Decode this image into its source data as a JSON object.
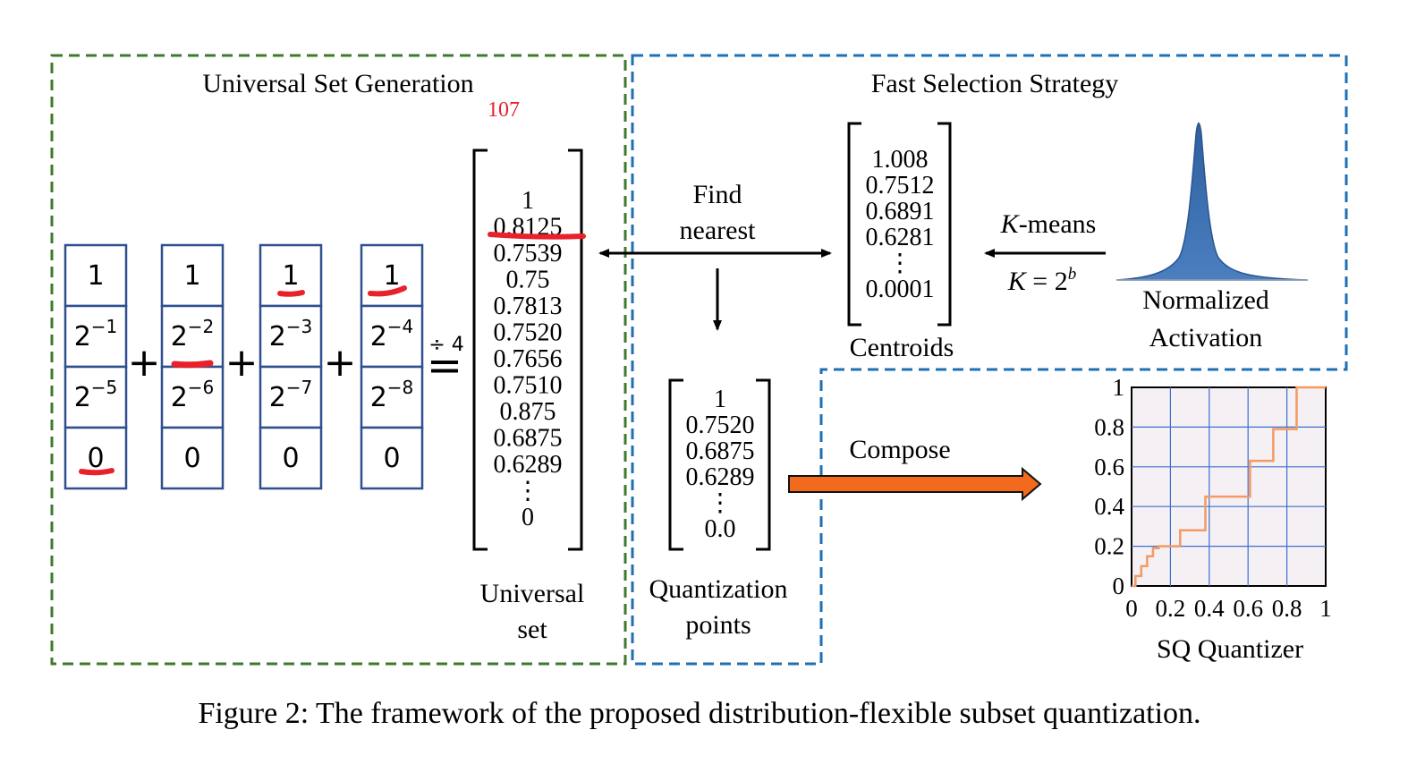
{
  "sections": {
    "universal_set_generation": "Universal Set Generation",
    "fast_selection_strategy": "Fast Selection Strategy"
  },
  "annotation_count": "107",
  "columns": [
    {
      "cells": [
        {
          "base": "1",
          "exp": ""
        },
        {
          "base": "2",
          "exp": "−1"
        },
        {
          "base": "2",
          "exp": "−5"
        },
        {
          "base": "0",
          "exp": ""
        }
      ]
    },
    {
      "cells": [
        {
          "base": "1",
          "exp": ""
        },
        {
          "base": "2",
          "exp": "−2"
        },
        {
          "base": "2",
          "exp": "−6"
        },
        {
          "base": "0",
          "exp": ""
        }
      ]
    },
    {
      "cells": [
        {
          "base": "1",
          "exp": ""
        },
        {
          "base": "2",
          "exp": "−3"
        },
        {
          "base": "2",
          "exp": "−7"
        },
        {
          "base": "0",
          "exp": ""
        }
      ]
    },
    {
      "cells": [
        {
          "base": "1",
          "exp": ""
        },
        {
          "base": "2",
          "exp": "−4"
        },
        {
          "base": "2",
          "exp": "−8"
        },
        {
          "base": "0",
          "exp": ""
        }
      ]
    }
  ],
  "operators": {
    "plus": "+",
    "equals": "=",
    "divide": "÷ 4"
  },
  "universal_set": {
    "values": [
      "1",
      "0.8125",
      "0.7539",
      "0.75",
      "0.7813",
      "0.7520",
      "0.7656",
      "0.7510",
      "0.875",
      "0.6875",
      "0.6289",
      "⋮",
      "0"
    ],
    "label_line1": "Universal",
    "label_line2": "set"
  },
  "find_nearest": {
    "line1": "Find",
    "line2": "nearest"
  },
  "quantization_points": {
    "values": [
      "1",
      "0.7520",
      "0.6875",
      "0.6289",
      "⋮",
      "0.0"
    ],
    "label_line1": "Quantization",
    "label_line2": "points"
  },
  "centroids": {
    "values": [
      "1.008",
      "0.7512",
      "0.6891",
      "0.6281",
      "⋮",
      "0.0001"
    ],
    "label": "Centroids"
  },
  "kmeans": {
    "k_italic": "K",
    "means": "-means",
    "eq_k": "K",
    "eq_mid": " = 2",
    "eq_b": "b"
  },
  "activation": {
    "line1": "Normalized",
    "line2": "Activation"
  },
  "compose_label": "Compose",
  "sq_quantizer": {
    "title": "SQ Quantizer",
    "x_ticks": [
      "0",
      "0.2",
      "0.4",
      "0.6",
      "0.8",
      "1"
    ],
    "y_ticks": [
      "0",
      "0.2",
      "0.4",
      "0.6",
      "0.8",
      "1"
    ]
  },
  "caption": "Figure 2: The framework of the proposed distribution-flexible subset quantization.",
  "chart_data": {
    "type": "line",
    "title": "SQ Quantizer",
    "xlim": [
      0,
      1
    ],
    "ylim": [
      0,
      1
    ],
    "grid": true,
    "series": [
      {
        "x": [
          0,
          0.02,
          0.02,
          0.05,
          0.05,
          0.08,
          0.08,
          0.11,
          0.11,
          0.14,
          0.14,
          0.25,
          0.25,
          0.38,
          0.38,
          0.61,
          0.61,
          0.73,
          0.73,
          0.85,
          0.85,
          1.0
        ],
        "y": [
          0,
          0,
          0.05,
          0.05,
          0.1,
          0.1,
          0.15,
          0.15,
          0.19,
          0.19,
          0.2,
          0.2,
          0.28,
          0.28,
          0.45,
          0.45,
          0.63,
          0.63,
          0.79,
          0.79,
          1.0,
          1.0
        ]
      }
    ]
  }
}
